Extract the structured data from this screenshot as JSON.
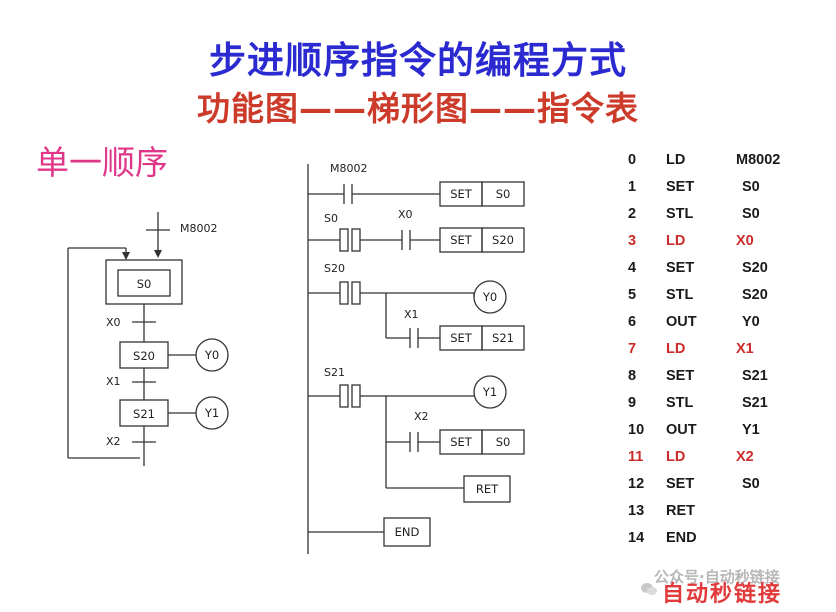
{
  "title": "步进顺序指令的编程方式",
  "subtitle_line": "功能图——梯形图——指令表",
  "section_label": "单一顺序",
  "sfc": {
    "init_input": "M8002",
    "states": [
      "S0",
      "S20",
      "S21"
    ],
    "transitions": [
      "X0",
      "X1",
      "X2"
    ],
    "outputs": [
      "Y0",
      "Y1"
    ]
  },
  "ladder": {
    "contacts": {
      "m8002": "M8002",
      "s0": "S0",
      "x0": "X0",
      "s20": "S20",
      "x1": "X1",
      "s21": "S21",
      "x2": "X2"
    },
    "set_label": "SET",
    "set_targets": [
      "S0",
      "S20",
      "S21",
      "S0"
    ],
    "outputs": [
      "Y0",
      "Y1"
    ],
    "ret": "RET",
    "end": "END"
  },
  "instruction_list": [
    {
      "num": "0",
      "op": "LD",
      "arg": "M8002",
      "color": "#1a1a1a"
    },
    {
      "num": "1",
      "op": "SET",
      "arg": "S0",
      "color": "#1a1a1a"
    },
    {
      "num": "2",
      "op": "STL",
      "arg": "S0",
      "color": "#1a1a1a"
    },
    {
      "num": "3",
      "op": "LD",
      "arg": "X0",
      "color": "#cc2b2b"
    },
    {
      "num": "4",
      "op": "SET",
      "arg": "S20",
      "color": "#1a1a1a"
    },
    {
      "num": "5",
      "op": "STL",
      "arg": "S20",
      "color": "#1a1a1a"
    },
    {
      "num": "6",
      "op": "OUT",
      "arg": "Y0",
      "color": "#1a1a1a"
    },
    {
      "num": "7",
      "op": "LD",
      "arg": "X1",
      "color": "#cc2b2b"
    },
    {
      "num": "8",
      "op": "SET",
      "arg": "S21",
      "color": "#1a1a1a"
    },
    {
      "num": "9",
      "op": "STL",
      "arg": "S21",
      "color": "#1a1a1a"
    },
    {
      "num": "10",
      "op": "OUT",
      "arg": "Y1",
      "color": "#1a1a1a"
    },
    {
      "num": "11",
      "op": "LD",
      "arg": "X2",
      "color": "#cc2b2b"
    },
    {
      "num": "12",
      "op": "SET",
      "arg": "S0",
      "color": "#1a1a1a"
    },
    {
      "num": "13",
      "op": "RET",
      "arg": "",
      "color": "#1a1a1a"
    },
    {
      "num": "14",
      "op": "END",
      "arg": "",
      "color": "#1a1a1a"
    }
  ],
  "watermark": {
    "faint": "公众号·自动秒链接",
    "brand": "自动秒链接",
    "icon": "wechat-icon"
  },
  "colors": {
    "title": "#2a2ad0",
    "subtitle_line": "#cc3a2a",
    "section_label": "#e0368a",
    "highlight": "#cc2b2b"
  }
}
